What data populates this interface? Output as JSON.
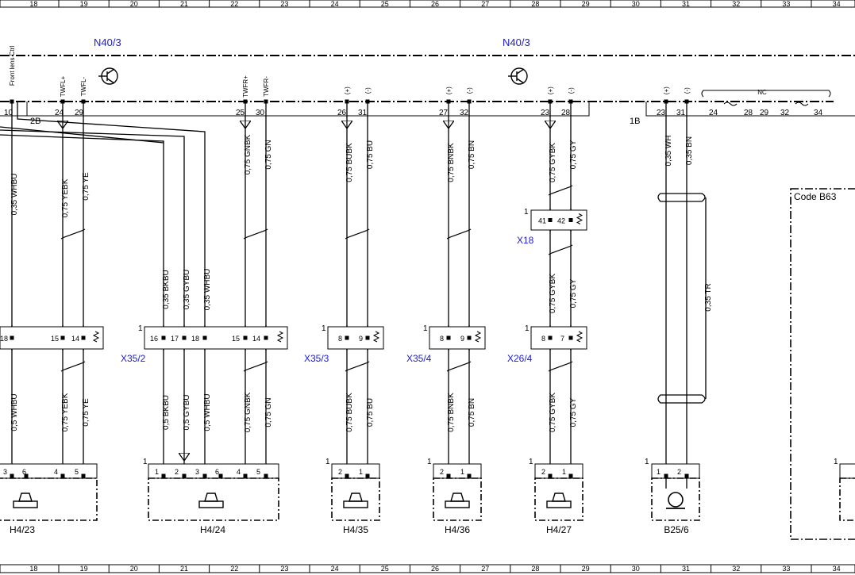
{
  "grid": {
    "top_numbers": [
      "18",
      "19",
      "20",
      "21",
      "22",
      "23",
      "24",
      "25",
      "26",
      "27",
      "28",
      "29",
      "30",
      "31",
      "32",
      "33",
      "34"
    ],
    "bottom_numbers": [
      "18",
      "19",
      "20",
      "21",
      "22",
      "23",
      "24",
      "25",
      "26",
      "27",
      "28",
      "29",
      "30",
      "31",
      "32",
      "33",
      "34"
    ]
  },
  "modules": [
    {
      "id": "N40/3"
    },
    {
      "id": "N40/3"
    }
  ],
  "connector_labels": [
    {
      "text": "2B"
    },
    {
      "text": "1B"
    }
  ],
  "top_pins": [
    {
      "num": "10"
    },
    {
      "num": "24"
    },
    {
      "num": "29"
    },
    {
      "num": "25"
    },
    {
      "num": "30"
    },
    {
      "num": "26"
    },
    {
      "num": "31"
    },
    {
      "num": "27"
    },
    {
      "num": "32"
    },
    {
      "num": "23"
    },
    {
      "num": "28"
    },
    {
      "num": "23"
    },
    {
      "num": "31"
    },
    {
      "num": "24"
    },
    {
      "num": "28"
    },
    {
      "num": "29"
    },
    {
      "num": "32"
    },
    {
      "num": "34"
    }
  ],
  "signal_labels": [
    {
      "text": "Front lens Ctrl"
    },
    {
      "text": "TWFL+"
    },
    {
      "text": "TWFL-"
    },
    {
      "text": "TWFR+"
    },
    {
      "text": "TWFR-"
    },
    {
      "text": "(+)"
    },
    {
      "text": "(-)"
    },
    {
      "text": "(+)"
    },
    {
      "text": "(-)"
    },
    {
      "text": "(+)"
    },
    {
      "text": "(-)"
    },
    {
      "text": "(+)"
    },
    {
      "text": "(-)"
    },
    {
      "text": "NC"
    }
  ],
  "wire_labels_upper": [
    {
      "text": "0,35 WHBU"
    },
    {
      "text": "0,75 YEBK"
    },
    {
      "text": "0,75 YE"
    },
    {
      "text": "0,75 GNBK"
    },
    {
      "text": "0,75 GN"
    },
    {
      "text": "0,75 BUBK"
    },
    {
      "text": "0,75 BU"
    },
    {
      "text": "0,75 BNBK"
    },
    {
      "text": "0,75 BN"
    },
    {
      "text": "0,75 GYBK"
    },
    {
      "text": "0,75 GY"
    },
    {
      "text": "0,35 WH"
    },
    {
      "text": "0,35 BN"
    }
  ],
  "wire_labels_mid": [
    {
      "text": "0,35 BKBU"
    },
    {
      "text": "0,35 GYBU"
    },
    {
      "text": "0,35 WHBU"
    },
    {
      "text": "0,75 GYBK"
    },
    {
      "text": "0,75 GY"
    },
    {
      "text": "0,35 TR"
    }
  ],
  "wire_labels_lower": [
    {
      "text": "0,5 WHBU"
    },
    {
      "text": "0,75 YEBK"
    },
    {
      "text": "0,75 YE"
    },
    {
      "text": "0,5 BKBU"
    },
    {
      "text": "0,5 GYBU"
    },
    {
      "text": "0,5 WHBU"
    },
    {
      "text": "0,75 GNBK"
    },
    {
      "text": "0,75 GN"
    },
    {
      "text": "0,75 BUBK"
    },
    {
      "text": "0,75 BU"
    },
    {
      "text": "0,75 BNBK"
    },
    {
      "text": "0,75 BN"
    },
    {
      "text": "0,75 GYBK"
    },
    {
      "text": "0,75 GY"
    }
  ],
  "connectors": [
    {
      "id": "X18",
      "side": "1",
      "pins": [
        "41",
        "42"
      ]
    },
    {
      "id": "X35/2",
      "side": "1",
      "pins": [
        "18",
        "15",
        "14",
        "16",
        "17",
        "18",
        "15",
        "14"
      ]
    },
    {
      "id": "X35/3",
      "side": "1",
      "pins": [
        "8",
        "9"
      ]
    },
    {
      "id": "X35/4",
      "side": "1",
      "pins": [
        "8",
        "9"
      ]
    },
    {
      "id": "X26/4",
      "side": "1",
      "pins": [
        "8",
        "7"
      ]
    }
  ],
  "components": [
    {
      "id": "H4/23",
      "side": "",
      "pins": [
        "3",
        "6",
        "4",
        "5"
      ]
    },
    {
      "id": "H4/24",
      "side": "1",
      "pins": [
        "1",
        "2",
        "3",
        "6",
        "4",
        "5"
      ]
    },
    {
      "id": "H4/35",
      "side": "1",
      "pins": [
        "2",
        "1"
      ]
    },
    {
      "id": "H4/36",
      "side": "1",
      "pins": [
        "2",
        "1"
      ]
    },
    {
      "id": "H4/27",
      "side": "1",
      "pins": [
        "2",
        "1"
      ]
    },
    {
      "id": "B25/6",
      "side": "1",
      "pins": [
        "1",
        "2"
      ]
    },
    {
      "id": "",
      "side": "1",
      "pins": []
    }
  ],
  "code_box": {
    "label": "Code B63"
  }
}
